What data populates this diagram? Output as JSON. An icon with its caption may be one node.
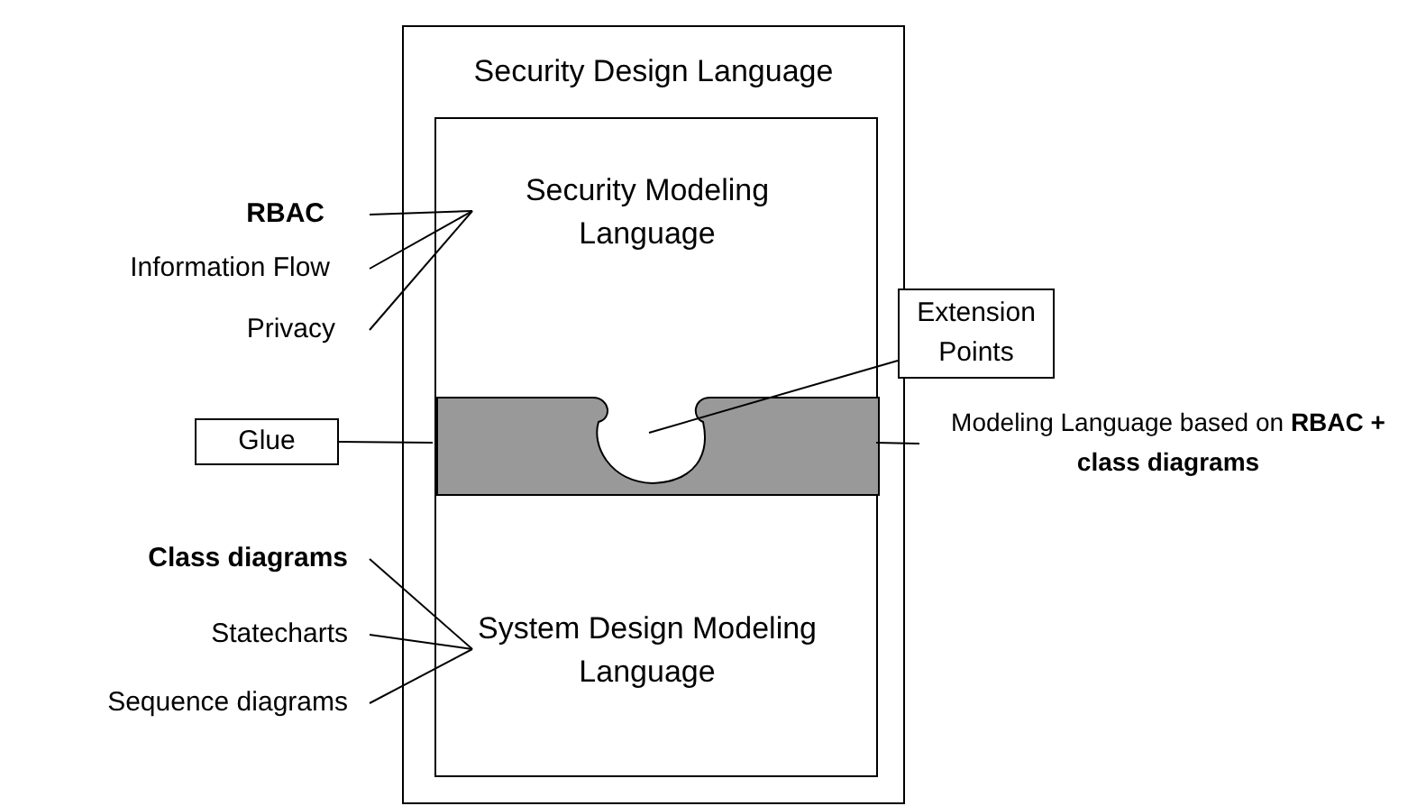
{
  "diagram": {
    "nodes": [
      {
        "text": [
          "Security Design Language"
        ]
      },
      {
        "text": [],
        "shape": "box",
        "in": 0
      },
      {
        "text": [
          "Security Modeling Language"
        ],
        "in": 1
      },
      {
        "text": [],
        "shape": "bar",
        "in": 1
      },
      {
        "text": [
          "System Design Modeling Language"
        ],
        "in": 1
      },
      {
        "text": [
          "RBAC"
        ]
      },
      {
        "text": [
          "Information Flow"
        ]
      },
      {
        "text": [
          "Privacy"
        ]
      },
      {
        "text": [
          "Extension Points"
        ]
      },
      {
        "text": [
          "Glue"
        ]
      },
      {
        "text": [
          "Modeling Language based on **RBAC + class diagrams**"
        ]
      },
      {
        "text": [
          "Class diagrams"
        ]
      },
      {
        "text": [
          "Statecharts"
        ]
      },
      {
        "text": [
          "Sequence diagrams"
        ]
      }
    ],
    "edges": [
      {
        "from": 5,
        "to": 2,
        "arrow": "none"
      },
      {
        "from": 6,
        "to": 2,
        "arrow": "none"
      },
      {
        "from": 7,
        "to": 2,
        "arrow": "none"
      },
      {
        "from": 8,
        "to": 3,
        "arrow": "none"
      },
      {
        "from": 9,
        "to": 3,
        "arrow": "none"
      },
      {
        "from": 10,
        "to": 3,
        "arrow": "none"
      },
      {
        "from": 11,
        "to": 4,
        "arrow": "none"
      },
      {
        "from": 12,
        "to": 4,
        "arrow": "none"
      },
      {
        "from": 13,
        "to": 4,
        "arrow": "none"
      }
    ]
  }
}
